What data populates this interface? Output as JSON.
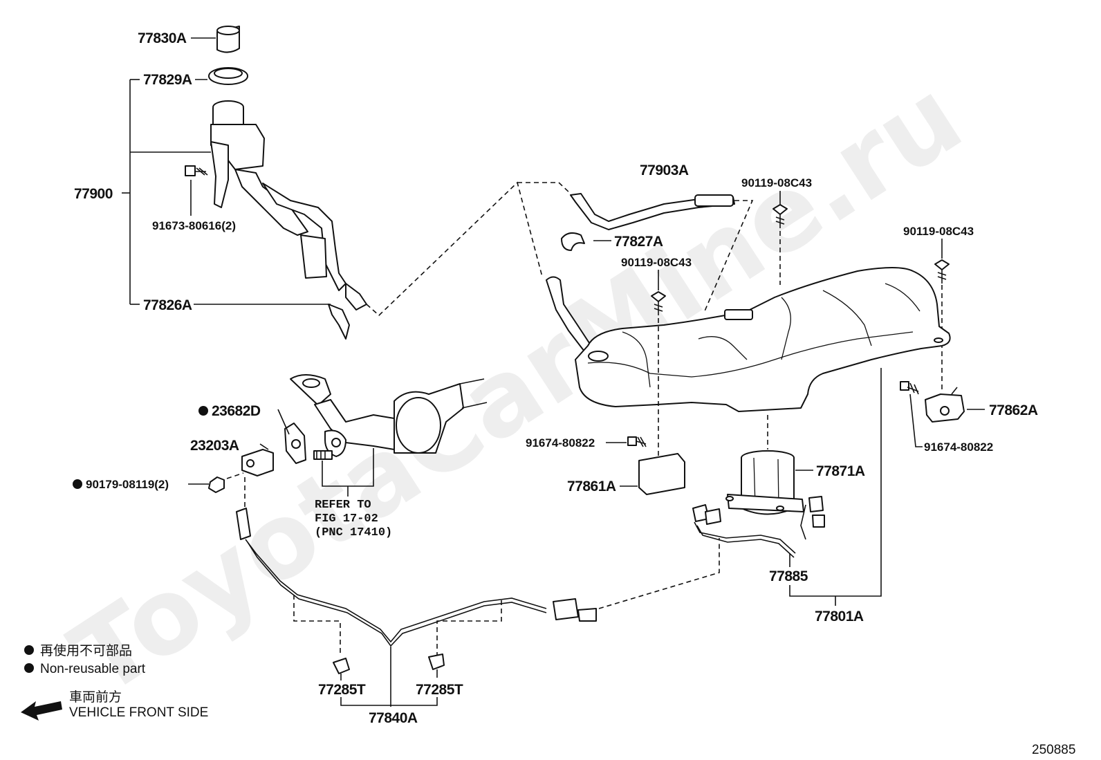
{
  "watermark": "ToyotaCarMine.ru",
  "diagram_id": "250885",
  "parts": {
    "p77830A": "77830A",
    "p77829A": "77829A",
    "p77900": "77900",
    "p91673": "91673-80616(2)",
    "p77826A": "77826A",
    "p77903A": "77903A",
    "p90119a": "90119-08C43",
    "p77827A": "77827A",
    "p90119b": "90119-08C43",
    "p90119c": "90119-08C43",
    "p23682D": "23682D",
    "p23203A": "23203A",
    "p90179": "90179-08119(2)",
    "p91674a": "91674-80822",
    "p77861A": "77861A",
    "p77871A": "77871A",
    "p77862A": "77862A",
    "p91674b": "91674-80822",
    "p77885": "77885",
    "p77801A": "77801A",
    "p77285Ta": "77285T",
    "p77285Tb": "77285T",
    "p77840A": "77840A"
  },
  "refer": {
    "line1": "REFER TO",
    "line2": "FIG 17-02",
    "line3": "(PNC 17410)"
  },
  "legend": {
    "jp_nonreusable": "再使用不可部品",
    "en_nonreusable": "Non-reusable part",
    "jp_front": "車両前方",
    "en_front": "VEHICLE FRONT SIDE"
  },
  "icons": {
    "bullet": "filled-circle-icon",
    "arrow": "front-arrow-icon"
  }
}
